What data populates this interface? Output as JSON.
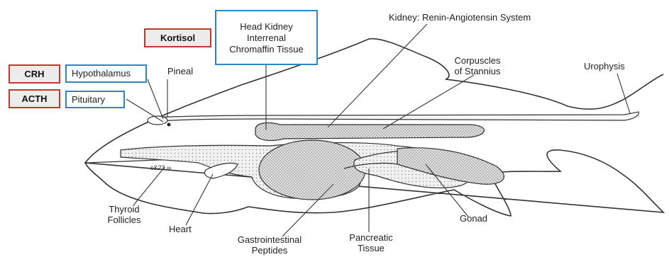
{
  "hormone_boxes": {
    "kortisol": "Kortisol",
    "crh": "CRH",
    "acth": "ACTH"
  },
  "organ_boxes": {
    "head_kidney": [
      "Head Kidney",
      "Interrenal",
      "Chromaffin Tissue"
    ],
    "hypothalamus": "Hypothalamus",
    "pituitary": "Pituitary"
  },
  "labels": {
    "kidney": "Kidney: Renin-Angiotensin System",
    "pineal": "Pineal",
    "corpuscles": [
      "Corpuscles",
      "of Stannius"
    ],
    "urophysis": "Urophysis",
    "thyroid": [
      "Thyroid",
      "Follicles"
    ],
    "heart": "Heart",
    "gastrointestinal": [
      "Gastrointestinal",
      "Peptides"
    ],
    "pancreatic": [
      "Pancreatic",
      "Tissue"
    ],
    "gonad": "Gonad"
  },
  "colors": {
    "hormone_border": "#c0392b",
    "hormone_fill": "#ececec",
    "organ_border": "#2e86c1",
    "outline": "#333333",
    "organ_stipple": "#b8b8b8"
  }
}
